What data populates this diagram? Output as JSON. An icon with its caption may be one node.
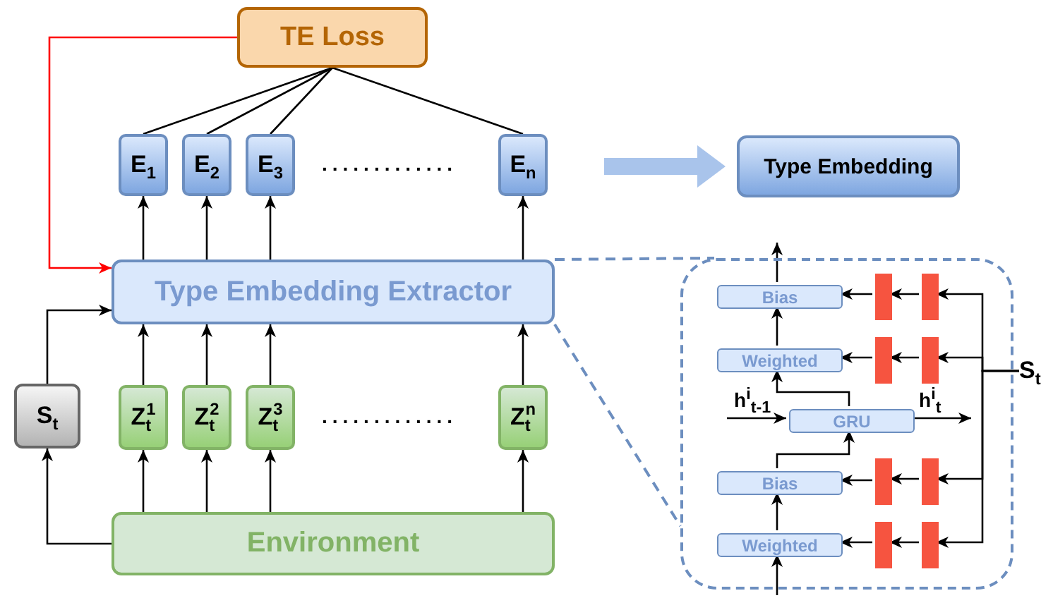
{
  "diagram": {
    "nodes": [
      {
        "text": [
          "TE Loss"
        ]
      },
      {
        "text": [
          "E$_{1}$"
        ]
      },
      {
        "text": [
          "E$_{2}$"
        ]
      },
      {
        "text": [
          "E$_{3}$"
        ]
      },
      {
        "text": [
          "E$_{n}$"
        ]
      },
      {
        "text": [
          "Type Embedding"
        ]
      },
      {
        "text": [
          "Type Embedding Extractor"
        ]
      },
      {
        "text": [
          "S$_{t}$"
        ]
      },
      {
        "text": [
          "Z$_{t}$$^{1}$"
        ]
      },
      {
        "text": [
          "Z$_{t}$$^{2}$"
        ]
      },
      {
        "text": [
          "Z$_{t}$$^{3}$"
        ]
      },
      {
        "text": [
          "Z$_{t}$$^{n}$"
        ]
      },
      {
        "text": [
          "Environment"
        ]
      },
      {
        "text": [],
        "shape": "box"
      },
      {
        "text": [
          "Bias"
        ],
        "in": 13
      },
      {
        "text": [
          "Weighted"
        ],
        "in": 13
      },
      {
        "text": [
          "GRU"
        ],
        "in": 13
      },
      {
        "text": [
          "Bias"
        ],
        "in": 13
      },
      {
        "text": [
          "Weighted"
        ],
        "in": 13
      },
      {
        "text": [],
        "shape": "bar",
        "in": 13
      },
      {
        "text": [],
        "shape": "bar",
        "in": 13
      },
      {
        "text": [],
        "shape": "bar",
        "in": 13
      },
      {
        "text": [],
        "shape": "bar",
        "in": 13
      },
      {
        "text": [],
        "shape": "bar",
        "in": 13
      },
      {
        "text": [],
        "shape": "bar",
        "in": 13
      },
      {
        "text": [],
        "shape": "bar",
        "in": 13
      },
      {
        "text": [],
        "shape": "bar",
        "in": 13
      },
      {
        "text": [
          "S$_{t}$"
        ]
      }
    ],
    "edges": [
      {
        "from": 0,
        "to": 1,
        "arrow": "none"
      },
      {
        "from": 0,
        "to": 2,
        "arrow": "none"
      },
      {
        "from": 0,
        "to": 3,
        "arrow": "none"
      },
      {
        "from": 0,
        "to": 4,
        "arrow": "none"
      },
      {
        "from": 6,
        "to": 1,
        "arrow": "to"
      },
      {
        "from": 6,
        "to": 2,
        "arrow": "to"
      },
      {
        "from": 6,
        "to": 3,
        "arrow": "to"
      },
      {
        "from": 6,
        "to": 4,
        "arrow": "to"
      },
      {
        "from": 8,
        "to": 6,
        "arrow": "to"
      },
      {
        "from": 9,
        "to": 6,
        "arrow": "to"
      },
      {
        "from": 10,
        "to": 6,
        "arrow": "to"
      },
      {
        "from": 11,
        "to": 6,
        "arrow": "to"
      },
      {
        "from": 12,
        "to": 8,
        "arrow": "to"
      },
      {
        "from": 12,
        "to": 9,
        "arrow": "to"
      },
      {
        "from": 12,
        "to": 10,
        "arrow": "to"
      },
      {
        "from": 12,
        "to": 11,
        "arrow": "to"
      },
      {
        "from": 12,
        "to": 7,
        "arrow": "to"
      },
      {
        "from": 7,
        "to": 6,
        "arrow": "to"
      },
      {
        "from": 0,
        "to": 6,
        "arrow": "to",
        "color": "#ff0000"
      },
      {
        "from": 6,
        "to": 13,
        "arrow": "none",
        "style": "dashed",
        "color": "#6c8ebf"
      },
      {
        "from": 6,
        "to": 13,
        "arrow": "none",
        "style": "dashed",
        "color": "#6c8ebf"
      },
      {
        "from": null,
        "to": 5,
        "arrow": "to",
        "style": "thick",
        "color": "#a9c4eb"
      },
      {
        "from": 27,
        "to": 20,
        "arrow": "to"
      },
      {
        "from": 27,
        "to": 22,
        "arrow": "to"
      },
      {
        "from": 27,
        "to": 24,
        "arrow": "to"
      },
      {
        "from": 27,
        "to": 26,
        "arrow": "to"
      },
      {
        "from": 20,
        "to": 19,
        "arrow": "to"
      },
      {
        "from": 22,
        "to": 21,
        "arrow": "to"
      },
      {
        "from": 24,
        "to": 23,
        "arrow": "to"
      },
      {
        "from": 26,
        "to": 25,
        "arrow": "to"
      },
      {
        "from": 19,
        "to": 14,
        "arrow": "to"
      },
      {
        "from": 21,
        "to": 15,
        "arrow": "to"
      },
      {
        "from": 23,
        "to": 17,
        "arrow": "to"
      },
      {
        "from": 25,
        "to": 18,
        "arrow": "to"
      },
      {
        "from": null,
        "to": 18,
        "arrow": "to"
      },
      {
        "from": 18,
        "to": 17,
        "arrow": "to"
      },
      {
        "from": 17,
        "to": 16,
        "arrow": "to"
      },
      {
        "from": null,
        "to": 16,
        "arrow": "to",
        "label": "h$^{i}$$_{t-1}$"
      },
      {
        "from": 16,
        "to": null,
        "arrow": "to",
        "label": "h$^{i}$$_{t}$"
      },
      {
        "from": 16,
        "to": 15,
        "arrow": "to"
      },
      {
        "from": 15,
        "to": 14,
        "arrow": "to"
      },
      {
        "from": 14,
        "to": null,
        "arrow": "to"
      }
    ],
    "labels": [
      ".............",
      "............."
    ]
  }
}
